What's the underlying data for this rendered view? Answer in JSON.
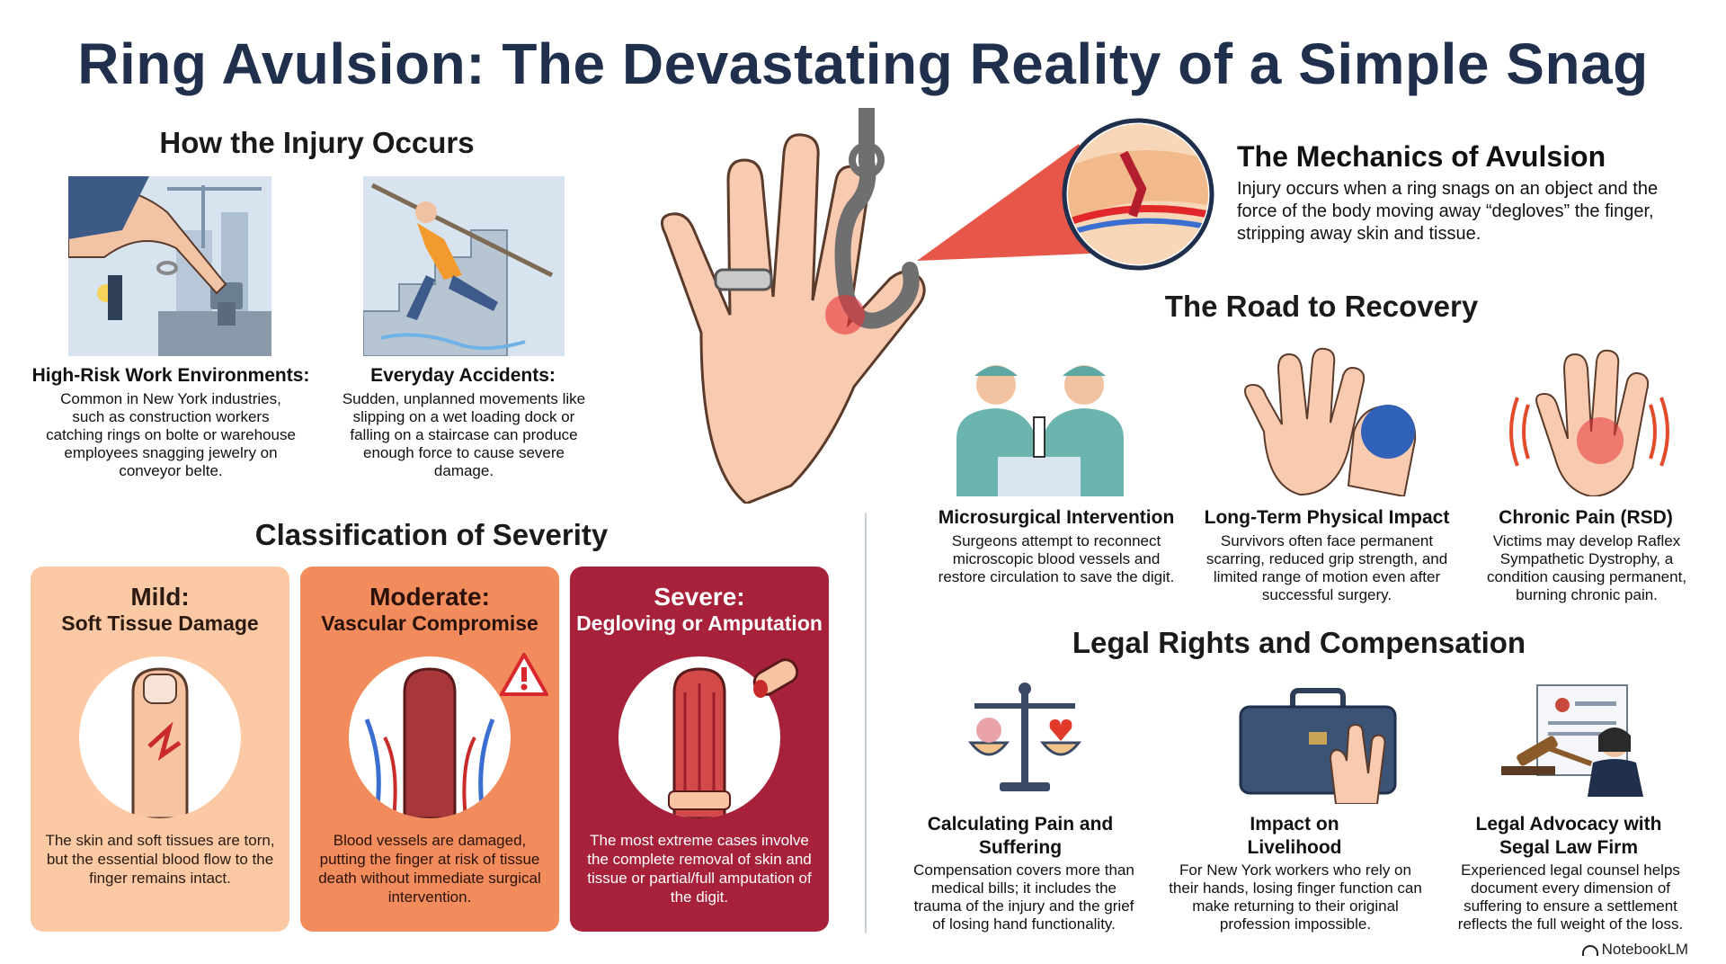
{
  "title": "Ring Avulsion: The Devastating Reality of a Simple Snag",
  "how": {
    "heading": "How the Injury Occurs",
    "work": {
      "title": "High-Risk Work Environments:",
      "text": "Common in New York industries, such as construction workers catching rings on bolte or warehouse employees snagging jewelry on conveyor belte."
    },
    "everyday": {
      "title": "Everyday Accidents:",
      "text": "Sudden, unplanned movements like slipping on a wet loading dock or falling on a staircase can produce enough force to cause severe damage."
    }
  },
  "mechanics": {
    "heading": "The Mechanics of Avulsion",
    "text": "Injury occurs when a ring snags on an object and the force of the body moving away “degloves” the finger, stripping away skin and tissue."
  },
  "classification": {
    "heading": "Classification of Severity",
    "mild": {
      "title": "Mild:",
      "subtitle": "Soft Tissue Damage",
      "text": "The skin and soft tissues are torn, but the essential blood flow to the finger remains intact."
    },
    "moderate": {
      "title": "Moderate:",
      "subtitle": "Vascular Compromise",
      "text": "Blood vessels are damaged, putting the finger at risk of tissue death without immediate surgical intervention."
    },
    "severe": {
      "title": "Severe:",
      "subtitle": "Degloving or Amputation",
      "text": "The most extreme cases involve the complete removal of skin and tissue or partial/full amputation of the digit."
    }
  },
  "recovery": {
    "heading": "The Road to Recovery",
    "surgery": {
      "title": "Microsurgical Intervention",
      "text": "Surgeons attempt to reconnect microscopic blood vessels and restore circulation to save the digit."
    },
    "impact": {
      "title": "Long-Term Physical Impact",
      "text": "Survivors often face permanent scarring, reduced grip strength, and limited range of motion even after successful surgery."
    },
    "pain": {
      "title": "Chronic Pain (RSD)",
      "text": "Victims may develop Raflex Sympathetic Dystrophy, a condition causing permanent, burning chronic pain."
    }
  },
  "legal": {
    "heading": "Legal Rights and Compensation",
    "suffering": {
      "title": "Calculating Pain and Suffering",
      "text": "Compensation covers more than medical bills; it includes the trauma of the injury and the grief of losing hand functionality."
    },
    "livelihood": {
      "title": "Impact on Livelihood",
      "text": "For New York workers who rely on their hands, losing finger function can make returning to their original profession impossible."
    },
    "advocacy": {
      "title": "Legal Advocacy with Segal Law Firm",
      "text": "Experienced legal counsel helps document every dimension of suffering to ensure a settlement reflects the full weight of the loss."
    }
  },
  "branding": {
    "logo": "NotebookLM"
  },
  "colors": {
    "title": "#1f2f4c",
    "mild": "#fbc9a3",
    "moderate": "#f28c5d",
    "severe": "#a8213a",
    "accent_red": "#e0262b"
  },
  "icons": [
    "hand-with-hook-icon",
    "tissue-magnifier-icon",
    "surgeons-icon",
    "hand-stress-ball-icon",
    "pain-hand-icon",
    "scales-icon",
    "briefcase-icon",
    "gavel-lawyer-icon",
    "warning-icon",
    "notebooklm-logo-icon"
  ]
}
